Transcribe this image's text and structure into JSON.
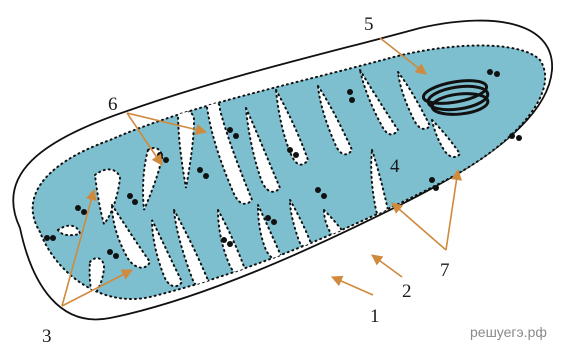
{
  "diagram": {
    "labels": [
      "1",
      "2",
      "3",
      "4",
      "5",
      "6",
      "7"
    ],
    "watermark": "решуегэ.рф",
    "colors": {
      "matrix": "#7dbfcf",
      "outline": "#111111",
      "arrows": "#d08a3e",
      "background": "#ffffff"
    }
  }
}
